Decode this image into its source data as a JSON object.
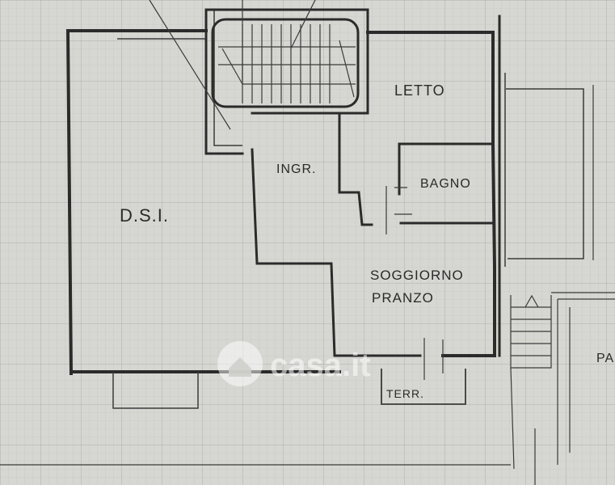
{
  "rooms": {
    "dsi": "D.S.I.",
    "letto": "LETTO",
    "ingresso": "INGR.",
    "bagno": "BAGNO",
    "soggiorno": "SOGGIORNO",
    "pranzo": "PRANZO",
    "terrazzo": "TERR.",
    "parziale": "PAR"
  },
  "watermark": {
    "brand": "casa.it"
  },
  "colors": {
    "paper": "#d6d6d2",
    "grid": "#bdbdb8",
    "ink": "#2b2b2b"
  }
}
